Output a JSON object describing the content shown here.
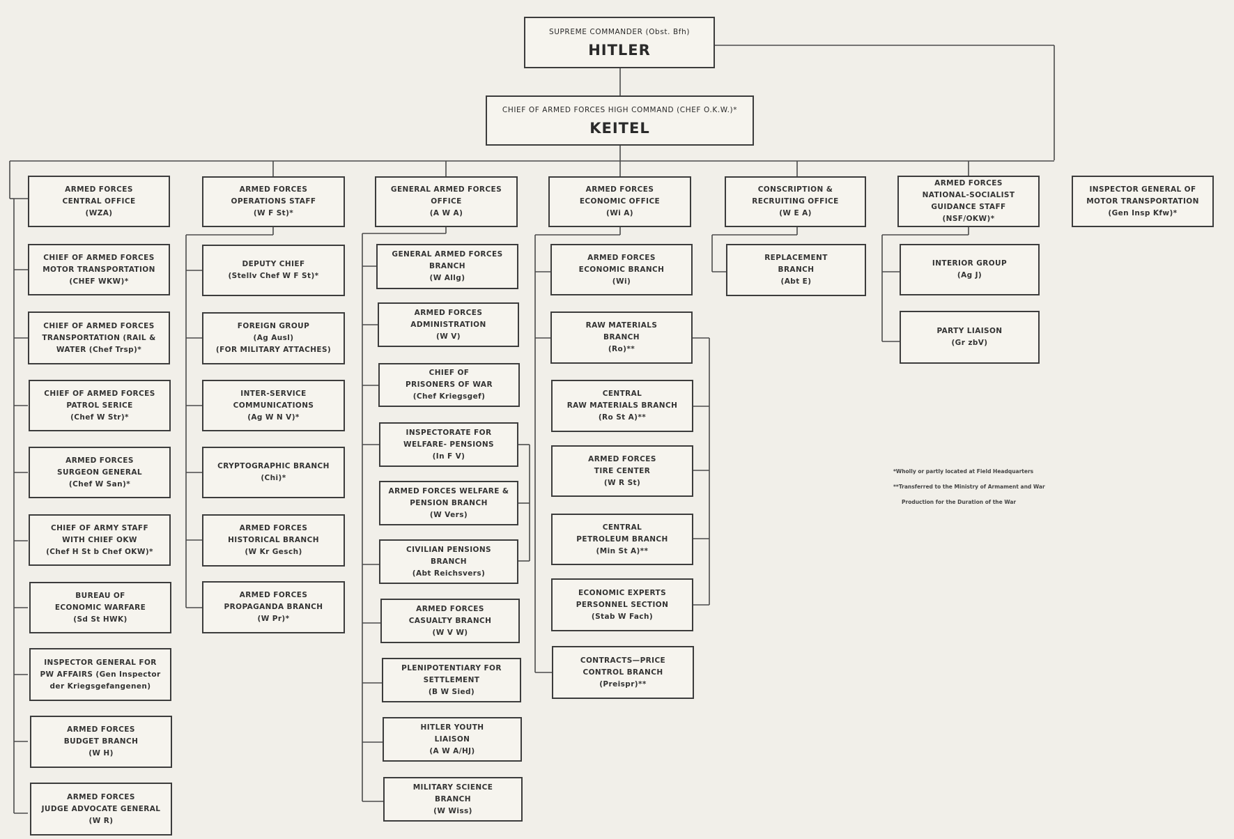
{
  "supreme": {
    "title": "SUPREME COMMANDER (Obst.  Bfh)",
    "name": "HITLER"
  },
  "chief": {
    "title": "CHIEF OF ARMED FORCES HIGH COMMAND (CHEF O.K.W.)*",
    "name": "KEITEL"
  },
  "col1": [
    "ARMED FORCES\nCENTRAL OFFICE\n(WZA)",
    "CHIEF OF ARMED FORCES\nMOTOR TRANSPORTATION\n(CHEF WKW)*",
    "CHIEF OF ARMED FORCES\nTRANSPORTATION (RAIL &\nWATER (Chef Trsp)*",
    "CHIEF OF ARMED FORCES\nPATROL SERICE\n(Chef W Str)*",
    "ARMED FORCES\nSURGEON GENERAL\n(Chef W San)*",
    "CHIEF OF ARMY STAFF\nWITH CHIEF OKW\n(Chef H St b Chef OKW)*",
    "BUREAU OF\nECONOMIC WARFARE\n(Sd St HWK)",
    "INSPECTOR GENERAL FOR\nPW AFFAIRS (Gen Inspector\nder Kriegsgefangenen)",
    "ARMED FORCES\nBUDGET BRANCH\n(W H)",
    "ARMED FORCES\nJUDGE ADVOCATE GENERAL\n(W R)"
  ],
  "col2": [
    "ARMED FORCES\nOPERATIONS STAFF\n(W F St)*",
    "DEPUTY CHIEF\n(Stellv Chef W F St)*",
    "FOREIGN GROUP\n(Ag Ausl)\n(FOR MILITARY ATTACHES)",
    "INTER-SERVICE\nCOMMUNICATIONS\n(Ag W N V)*",
    "CRYPTOGRAPHIC  BRANCH\n(Chi)*",
    "ARMED FORCES\nHISTORICAL BRANCH\n(W Kr Gesch)",
    "ARMED FORCES\nPROPAGANDA BRANCH\n(W Pr)*"
  ],
  "col3": [
    "GENERAL ARMED FORCES\nOFFICE\n(A W A)",
    "GENERAL ARMED FORCES\nBRANCH\n(W Allg)",
    "ARMED FORCES\nADMINISTRATION\n(W V)",
    "CHIEF OF\nPRISONERS OF WAR\n(Chef Kriegsgef)",
    "INSPECTORATE FOR\nWELFARE- PENSIONS\n(In F V)",
    "ARMED FORCES WELFARE &\nPENSION BRANCH\n(W Vers)",
    "CIVILIAN PENSIONS\nBRANCH\n(Abt Reichsvers)",
    "ARMED FORCES\nCASUALTY BRANCH\n(W V W)",
    "PLENIPOTENTIARY FOR\nSETTLEMENT\n(B W Sied)",
    "HITLER YOUTH\nLIAISON\n(A W A/HJ)",
    "MILITARY SCIENCE\nBRANCH\n(W Wiss)"
  ],
  "col4": [
    "ARMED FORCES\nECONOMIC OFFICE\n(Wi A)",
    "ARMED FORCES\nECONOMIC BRANCH\n(Wi)",
    "RAW MATERIALS\nBRANCH\n(Ro)**",
    "CENTRAL\nRAW MATERIALS BRANCH\n(Ro St A)**",
    "ARMED FORCES\nTIRE CENTER\n(W R St)",
    "CENTRAL\nPETROLEUM BRANCH\n(Min St A)**",
    "ECONOMIC EXPERTS\nPERSONNEL  SECTION\n(Stab W Fach)",
    "CONTRACTS—PRICE\nCONTROL BRANCH\n(Preispr)**"
  ],
  "col5": [
    "CONSCRIPTION &\nRECRUITING OFFICE\n(W E A)",
    "REPLACEMENT\nBRANCH\n(Abt E)"
  ],
  "col6": [
    "ARMED FORCES\nNATIONAL-SOCIALIST\nGUIDANCE STAFF\n(NSF/OKW)*",
    "INTERIOR GROUP\n(Ag J)",
    "PARTY LIAISON\n(Gr zbV)"
  ],
  "col7": [
    "INSPECTOR GENERAL OF\nMOTOR TRANSPORTATION\n(Gen Insp Kfw)*"
  ],
  "footnotes": {
    "n1": "*Wholly or partly located at Field Headquarters",
    "n2": "**Transferred to the Ministry of Armament and War",
    "n3": "Production for the Duration of the War"
  }
}
